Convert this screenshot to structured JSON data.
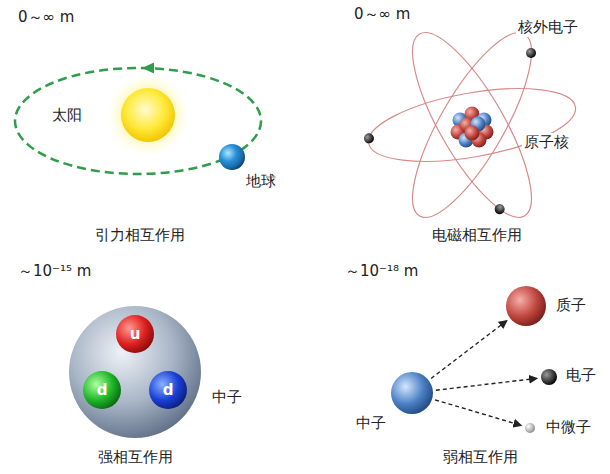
{
  "diagram": {
    "nodes": [
      {
        "text": [
          "太阳"
        ]
      },
      {
        "text": [
          "地球"
        ]
      },
      {
        "text": [
          "核外电子"
        ]
      },
      {
        "text": [
          "原子核"
        ]
      },
      {
        "text": [
          "中子"
        ]
      },
      {
        "text": [
          "u"
        ],
        "in": 4
      },
      {
        "text": [
          "d"
        ],
        "in": 4
      },
      {
        "text": [
          "d"
        ],
        "in": 4
      },
      {
        "text": [
          "中子"
        ]
      },
      {
        "text": [
          "质子"
        ]
      },
      {
        "text": [
          "电子"
        ]
      },
      {
        "text": [
          "中微子"
        ]
      }
    ],
    "edges": [
      {
        "from": 8,
        "to": 9,
        "arrow": "to"
      },
      {
        "from": 8,
        "to": 10,
        "arrow": "to"
      },
      {
        "from": 8,
        "to": 11,
        "arrow": "to"
      }
    ],
    "labels": [
      "0～∞ m",
      "引力相互作用",
      "0～∞ m",
      "电磁相互作用",
      "～10⁻¹⁵ m",
      "强相互作用",
      "～10⁻¹⁸ m",
      "弱相互作用"
    ]
  }
}
